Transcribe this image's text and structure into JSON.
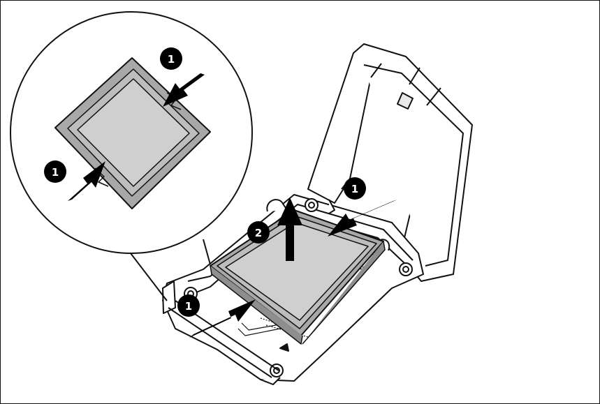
{
  "callouts": {
    "c1": "1",
    "c2": "1",
    "c3": "1",
    "c4": "1",
    "c5": "2"
  },
  "colors": {
    "outline": "#111111",
    "cpu_fill": "#bdbdbd",
    "cpu_inner": "#cfcfcf",
    "substrate": "#a8a8a8",
    "arrow": "#000000",
    "callout_bg": "#000000",
    "callout_text": "#ffffff"
  },
  "icons": {
    "callout": "numbered-callout-icon",
    "push_arrow": "arrow-icon"
  }
}
